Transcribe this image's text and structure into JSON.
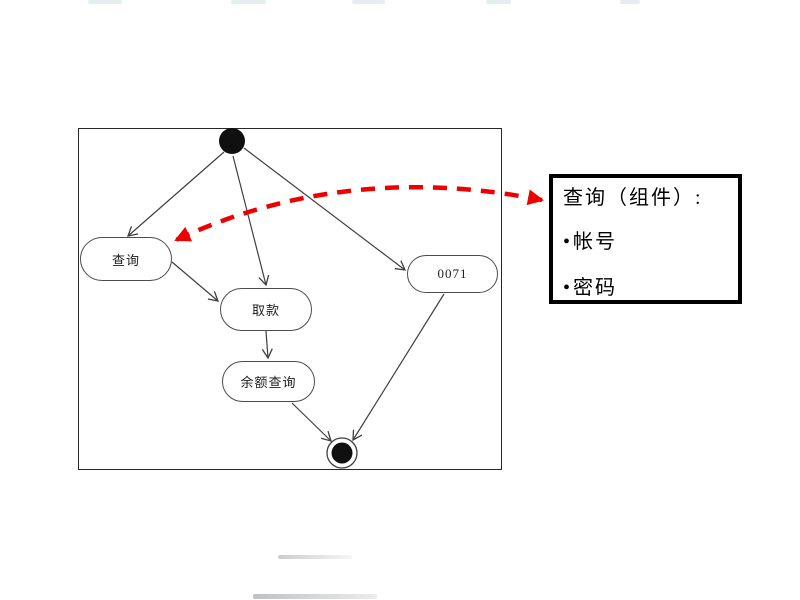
{
  "slide": {
    "background": "#ffffff"
  },
  "diagram": {
    "kind": "uml-activity-diagram",
    "line_color": "#3f3f3f",
    "nodes": {
      "initial": {
        "type": "initial-state"
      },
      "query": {
        "label": "查询"
      },
      "withdraw": {
        "label": "取款"
      },
      "balance": {
        "label": "余额查询"
      },
      "code": {
        "label": "0071"
      },
      "final": {
        "type": "final-state"
      }
    },
    "edges": [
      {
        "from": "initial",
        "to": "query"
      },
      {
        "from": "initial",
        "to": "withdraw"
      },
      {
        "from": "initial",
        "to": "code"
      },
      {
        "from": "query",
        "to": "withdraw"
      },
      {
        "from": "withdraw",
        "to": "balance"
      },
      {
        "from": "balance",
        "to": "final"
      },
      {
        "from": "code",
        "to": "final"
      }
    ]
  },
  "annotation": {
    "title": "查询（组件）:",
    "bullet": "•",
    "items": [
      "帐号",
      "密码"
    ],
    "border_color": "#000000",
    "connector": {
      "style": "dashed-curve",
      "color": "#ee0000",
      "double_headed": true,
      "connects": [
        "query",
        "annotation-box"
      ]
    }
  }
}
